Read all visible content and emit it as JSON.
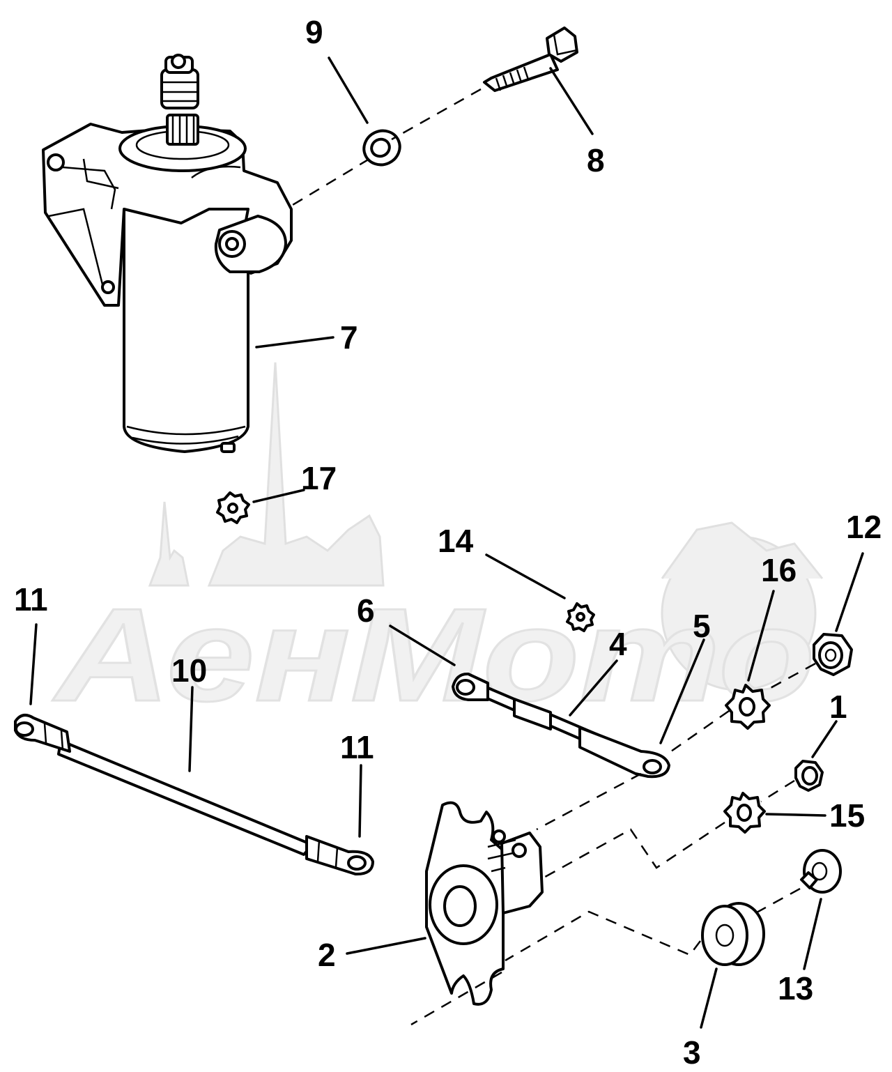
{
  "watermark": {
    "text": "АенМото"
  },
  "callouts": [
    {
      "id": "9",
      "label": "9"
    },
    {
      "id": "8",
      "label": "8"
    },
    {
      "id": "7",
      "label": "7"
    },
    {
      "id": "17",
      "label": "17"
    },
    {
      "id": "14",
      "label": "14"
    },
    {
      "id": "12",
      "label": "12"
    },
    {
      "id": "16",
      "label": "16"
    },
    {
      "id": "11a",
      "label": "11"
    },
    {
      "id": "6",
      "label": "6"
    },
    {
      "id": "4",
      "label": "4"
    },
    {
      "id": "5",
      "label": "5"
    },
    {
      "id": "10",
      "label": "10"
    },
    {
      "id": "11b",
      "label": "11"
    },
    {
      "id": "1",
      "label": "1"
    },
    {
      "id": "15",
      "label": "15"
    },
    {
      "id": "2",
      "label": "2"
    },
    {
      "id": "13",
      "label": "13"
    },
    {
      "id": "3",
      "label": "3"
    }
  ]
}
